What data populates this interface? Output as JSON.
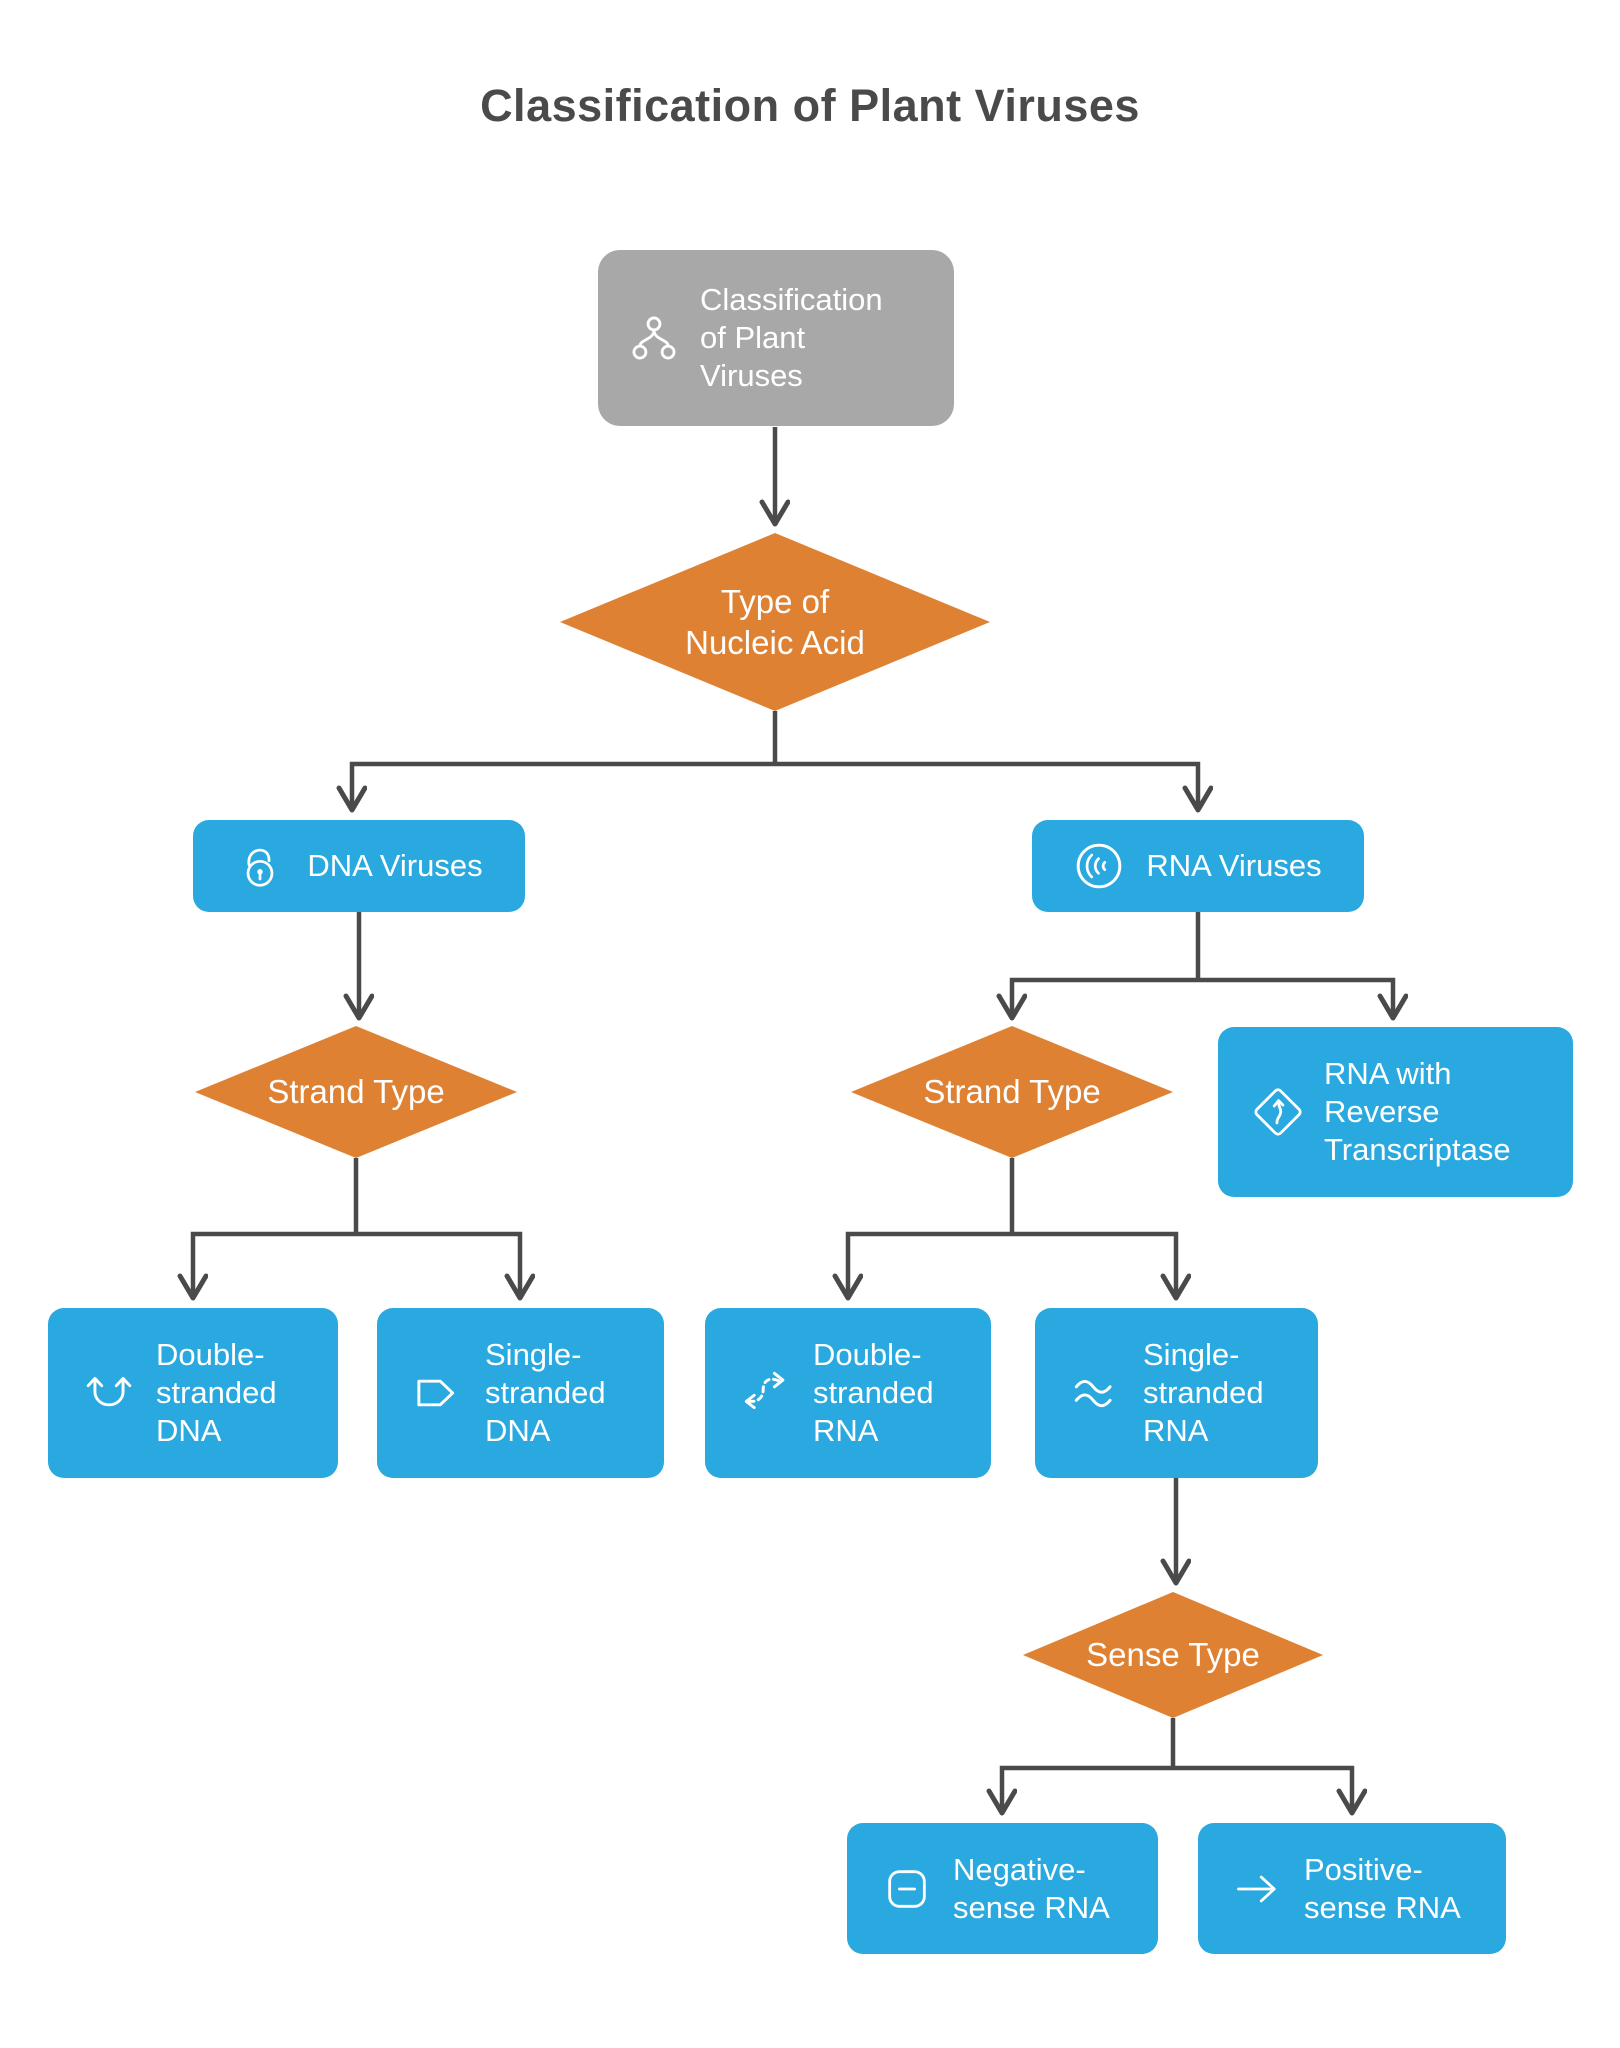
{
  "title": "Classification of Plant Viruses",
  "colors": {
    "node_blue": "#29a9e0",
    "node_orange": "#df8133",
    "node_gray": "#a8a8a8",
    "connector_gray": "#4a4a4a",
    "title_text": "#4a4a4a",
    "node_text": "#ffffff",
    "background": "#ffffff"
  },
  "nodes": {
    "root": {
      "label": "Classification\nof Plant\nViruses",
      "icon": "hierarchy-icon"
    },
    "nucleic_acid": {
      "label": "Type of\nNucleic Acid"
    },
    "dna_viruses": {
      "label": "DNA Viruses",
      "icon": "unlock-icon"
    },
    "rna_viruses": {
      "label": "RNA Viruses",
      "icon": "broadcast-icon"
    },
    "strand_type_dna": {
      "label": "Strand Type"
    },
    "strand_type_rna": {
      "label": "Strand Type"
    },
    "rna_reverse_transcriptase": {
      "label": "RNA with\nReverse\nTranscriptase",
      "icon": "turn-sign-icon"
    },
    "double_stranded_dna": {
      "label": "Double-\nstranded\nDNA",
      "icon": "u-turn-arrows-icon"
    },
    "single_stranded_dna": {
      "label": "Single-\nstranded\nDNA",
      "icon": "tag-pentagon-icon"
    },
    "double_stranded_rna": {
      "label": "Double-\nstranded\nRNA",
      "icon": "dashed-s-arrow-icon"
    },
    "single_stranded_rna": {
      "label": "Single-\nstranded\nRNA",
      "icon": "waves-icon"
    },
    "sense_type": {
      "label": "Sense Type"
    },
    "negative_sense_rna": {
      "label": "Negative-\nsense RNA",
      "icon": "minus-square-icon"
    },
    "positive_sense_rna": {
      "label": "Positive-\nsense RNA",
      "icon": "arrow-right-icon"
    }
  }
}
